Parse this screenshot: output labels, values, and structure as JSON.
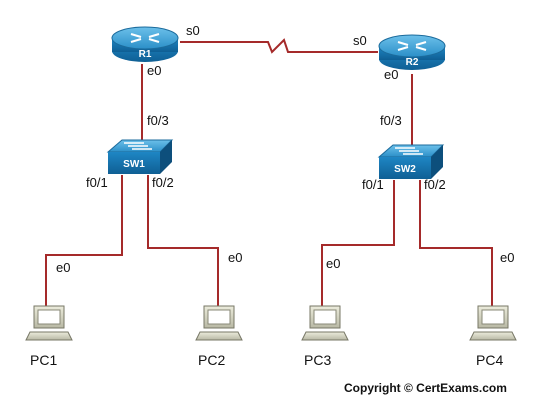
{
  "devices": {
    "r1": {
      "label": "R1",
      "type": "router"
    },
    "r2": {
      "label": "R2",
      "type": "router"
    },
    "sw1": {
      "label": "SW1",
      "type": "switch"
    },
    "sw2": {
      "label": "SW2",
      "type": "switch"
    },
    "pc1": {
      "label": "PC1",
      "type": "pc"
    },
    "pc2": {
      "label": "PC2",
      "type": "pc"
    },
    "pc3": {
      "label": "PC3",
      "type": "pc"
    },
    "pc4": {
      "label": "PC4",
      "type": "pc"
    }
  },
  "interfaces": {
    "r1_s0": "s0",
    "r2_s0": "s0",
    "r1_e0": "e0",
    "r2_e0": "e0",
    "sw1_f03": "f0/3",
    "sw2_f03": "f0/3",
    "sw1_f01": "f0/1",
    "sw1_f02": "f0/2",
    "sw2_f01": "f0/1",
    "sw2_f02": "f0/2",
    "pc1_e0": "e0",
    "pc2_e0": "e0",
    "pc3_e0": "e0",
    "pc4_e0": "e0"
  },
  "copyright": "Copyright © CertExams.com",
  "colors": {
    "link": "#a52a2a",
    "device_blue": "#1f7fb8",
    "device_top": "#4aa8d8",
    "pc_body": "#d8d8c8"
  }
}
